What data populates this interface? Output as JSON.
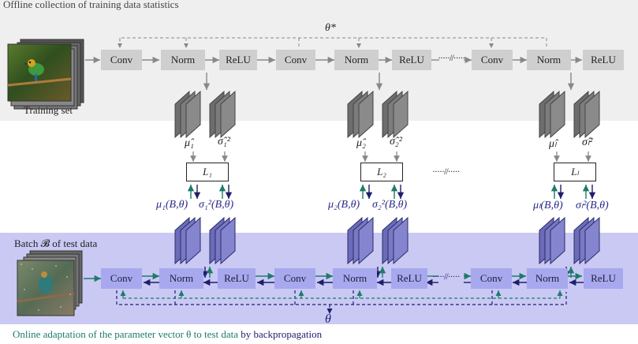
{
  "header": {
    "title": "Offline collection of training data statistics",
    "theta_star": "θ*"
  },
  "training": {
    "label": "Training set"
  },
  "test": {
    "label": "Batch 𝓑 of test data"
  },
  "layers": {
    "conv": "Conv",
    "norm": "Norm",
    "relu": "ReLU",
    "separator": "·····//·····"
  },
  "stats": {
    "mu_hat_1": "μ̂₁",
    "sigma_hat_1": "σ̂₁²",
    "mu_hat_2": "μ̂₂",
    "sigma_hat_2": "σ̂₂²",
    "mu_hat_l": "μ̂ₗ",
    "sigma_hat_l": "σ̂ₗ²"
  },
  "losses": {
    "l1": "L₁",
    "l2": "L₂",
    "ll": "Lₗ",
    "separator": "·····//·····"
  },
  "batch_stats": {
    "mu_1": "μ₁(B,θ)",
    "sigma_1": "σ₁²(B,θ)",
    "mu_2": "μ₂(B,θ)",
    "sigma_2": "σ₂²(B,θ)",
    "mu_l": "μₗ(B,θ)",
    "sigma_l": "σₗ²(B,θ)"
  },
  "theta": "θ",
  "caption": {
    "part1": "Online adaptation of the parameter vector θ to test data",
    "part2": "by",
    "part3": "backpropagation"
  },
  "colors": {
    "top_band": "#efefef",
    "bottom_band": "#c9c9f4",
    "gray_box": "#cfcfcf",
    "blue_box": "#a8a8ee",
    "teal": "#1f7a6a",
    "navy": "#1e1e6e",
    "arrow_gray": "#888888"
  },
  "icons": [
    "bird-image-stack",
    "noisy-bird-image-stack",
    "feature-map-stack"
  ]
}
